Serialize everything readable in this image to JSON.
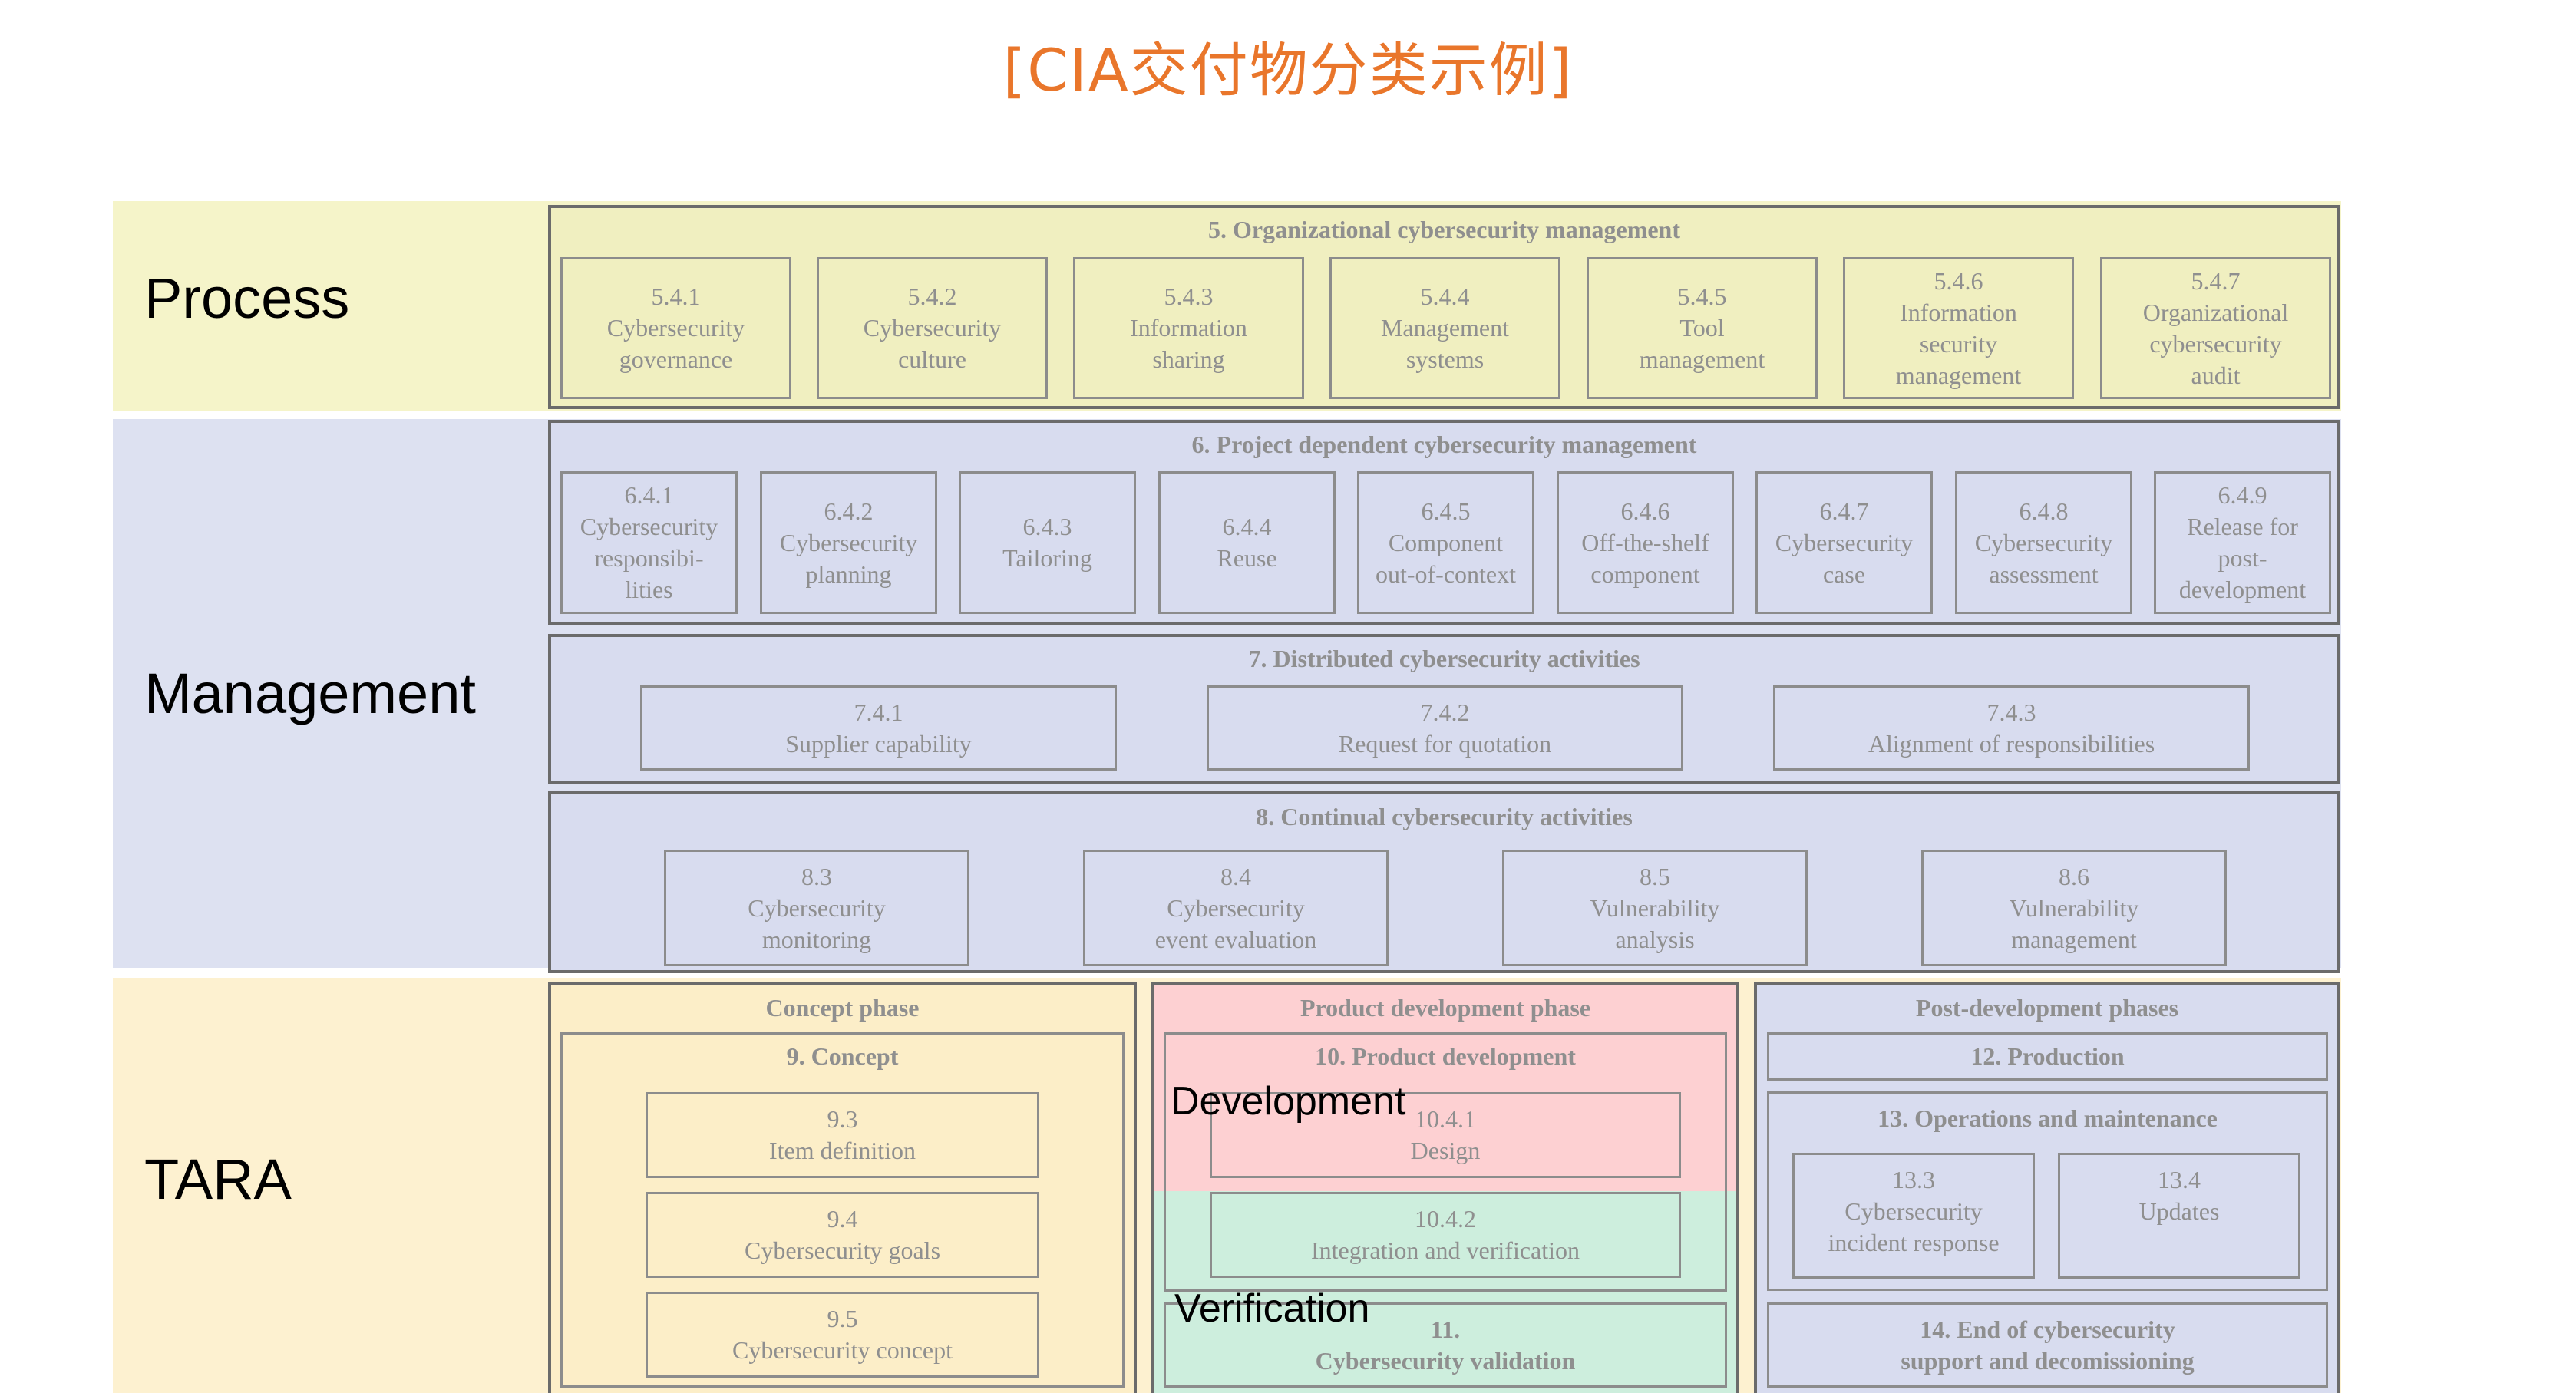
{
  "title": "[CIA交付物分类示例]",
  "row_labels": {
    "process": "Process",
    "management": "Management",
    "tara": "TARA"
  },
  "process": {
    "title": "5. Organizational cybersecurity management",
    "items": [
      "5.4.1\nCybersecurity\ngovernance",
      "5.4.2\nCybersecurity\nculture",
      "5.4.3\nInformation\nsharing",
      "5.4.4\nManagement\nsystems",
      "5.4.5\nTool\nmanagement",
      "5.4.6\nInformation\nsecurity\nmanagement",
      "5.4.7\nOrganizational\ncybersecurity\naudit"
    ]
  },
  "project": {
    "title": "6. Project dependent cybersecurity management",
    "items": [
      "6.4.1\nCybersecurity\nresponsibi-\nlities",
      "6.4.2\nCybersecurity\nplanning",
      "6.4.3\nTailoring",
      "6.4.4\nReuse",
      "6.4.5\nComponent\nout-of-context",
      "6.4.6\nOff-the-shelf\ncomponent",
      "6.4.7\nCybersecurity\ncase",
      "6.4.8\nCybersecurity\nassessment",
      "6.4.9\nRelease for\npost-\ndevelopment"
    ]
  },
  "distributed": {
    "title": "7. Distributed cybersecurity activities",
    "items": [
      "7.4.1\nSupplier capability",
      "7.4.2\nRequest for quotation",
      "7.4.3\nAlignment of responsibilities"
    ]
  },
  "continual": {
    "title": "8. Continual cybersecurity activities",
    "items": [
      "8.3\nCybersecurity\nmonitoring",
      "8.4\nCybersecurity\nevent evaluation",
      "8.5\nVulnerability\nanalysis",
      "8.6\nVulnerability\nmanagement"
    ]
  },
  "concept": {
    "phase": "Concept phase",
    "title": "9. Concept",
    "items": [
      "9.3\nItem definition",
      "9.4\nCybersecurity goals",
      "9.5\nCybersecurity concept"
    ]
  },
  "product": {
    "phase": "Product development phase",
    "title": "10. Product development",
    "design": "10.4.1\nDesign",
    "integration": "10.4.2\nIntegration and verification",
    "validation": "11.\nCybersecurity validation",
    "overlay_development": "Development",
    "overlay_verification": "Verification",
    "colors": {
      "development": "#fdd0d2",
      "verification": "#cdeedd"
    }
  },
  "post": {
    "phase": "Post-development phases",
    "production": "12. Production",
    "ops_title": "13. Operations and maintenance",
    "incident": "13.3\nCybersecurity\nincident response",
    "updates": "13.4\nUpdates",
    "end": "14. End of cybersecurity\nsupport and decomissioning"
  },
  "colors": {
    "title": "#e9762b",
    "process_band": "#f5f4c9",
    "management_band": "#dde1f1",
    "tara_band": "#fdf1d0"
  }
}
